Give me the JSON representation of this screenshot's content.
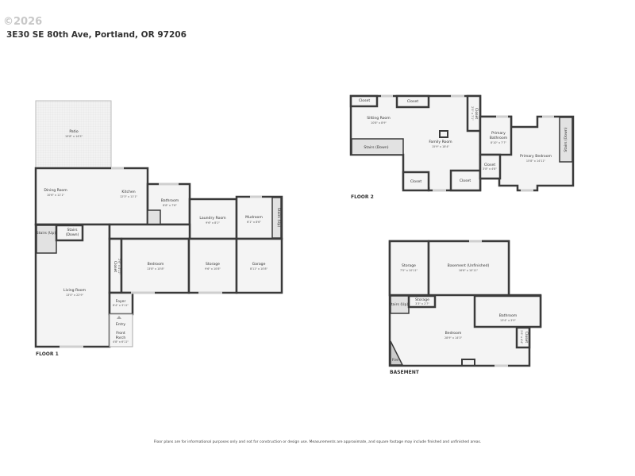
{
  "header": {
    "address": "3E30 SE 80th Ave, Portland, OR 97206",
    "watermark": "©2026"
  },
  "floor1": {
    "label": "FLOOR 1",
    "rooms": {
      "patio": {
        "name": "Patio",
        "dims": "19'8\" x 14'5\""
      },
      "dining": {
        "name": "Dining Room",
        "dims": "10'6\" x 11'1\""
      },
      "kitchen": {
        "name": "Kitchen",
        "dims": "12'3\" x 11'1\""
      },
      "bathroom": {
        "name": "Bathroom",
        "dims": "8'8\" x 7'6\""
      },
      "laundry": {
        "name": "Laundry Room",
        "dims": "9'6\" x 8'1\""
      },
      "mudroom": {
        "name": "Mudroom",
        "dims": "6'1\" x 8'6\""
      },
      "stairs_up_right": {
        "name": "Stairs (Up)"
      },
      "stairs_up": {
        "name": "Stairs (Up)"
      },
      "stairs_down": {
        "name": "Stairs",
        "name2": "(Down)"
      },
      "closet": {
        "name": "Closet",
        "dims": "2'6\" x 4'11\""
      },
      "bedroom": {
        "name": "Bedroom",
        "dims": "13'8\" x 10'8\""
      },
      "storage": {
        "name": "Storage",
        "dims": "9'6\" x 10'8\""
      },
      "garage": {
        "name": "Garage",
        "dims": "8'11\" x 10'8\""
      },
      "living": {
        "name": "Living Room",
        "dims": "13'0\" x 22'9\""
      },
      "foyer": {
        "name": "Foyer",
        "dims": "8'4\" x 3'11\""
      },
      "entry": {
        "name": "Entry"
      },
      "porch": {
        "name": "Front",
        "name2": "Porch",
        "dims": "4'8\" x 6'11\""
      }
    }
  },
  "floor2": {
    "label": "FLOOR 2",
    "rooms": {
      "closet1": {
        "name": "Closet"
      },
      "closet2": {
        "name": "Closet"
      },
      "closet3": {
        "name": "Closet",
        "dims": "2'5\" x 7'1\""
      },
      "sitting": {
        "name": "Sitting Room",
        "dims": "10'8\" x 8'9\""
      },
      "family": {
        "name": "Family Room",
        "dims": "15'9\" x 18'4\""
      },
      "stairs": {
        "name": "Stairs (Down)"
      },
      "closet4": {
        "name": "Closet"
      },
      "closet5": {
        "name": "Closet"
      },
      "primary_bath": {
        "name": "Primary",
        "name2": "Bathroom",
        "dims": "8'10\" x 7'7\""
      },
      "closet6": {
        "name": "Closet",
        "dims": "3'8\" x 4'8\""
      },
      "primary_bed": {
        "name": "Primary Bedroom",
        "dims": "15'8\" x 14'11\""
      },
      "stairs2": {
        "name": "Stairs (Down)"
      }
    }
  },
  "basement": {
    "label": "BASEMENT",
    "rooms": {
      "storage": {
        "name": "Storage",
        "dims": "7'5\" x 10'11\""
      },
      "unfinished": {
        "name": "Basement (Unfinished)",
        "dims": "16'6\" x 10'11\""
      },
      "stairs": {
        "name": "Stairs (Up)"
      },
      "storage2": {
        "name": "Storage",
        "dims": "3'3\" x 2'7\""
      },
      "bathroom": {
        "name": "Bathroom",
        "dims": "13'4\" x 3'9\""
      },
      "bedroom": {
        "name": "Bedroom",
        "dims": "28'9\" x 14'3\""
      },
      "closet": {
        "name": "Closet",
        "dims": "2'6\" x 4'4\""
      },
      "fire": {
        "name": "Fire"
      }
    }
  },
  "footer": {
    "disclaimer": "Floor plans are for informational purposes only and not for construction or design use. Measurements are approximate, and square footage may include finished and unfinished areas."
  }
}
